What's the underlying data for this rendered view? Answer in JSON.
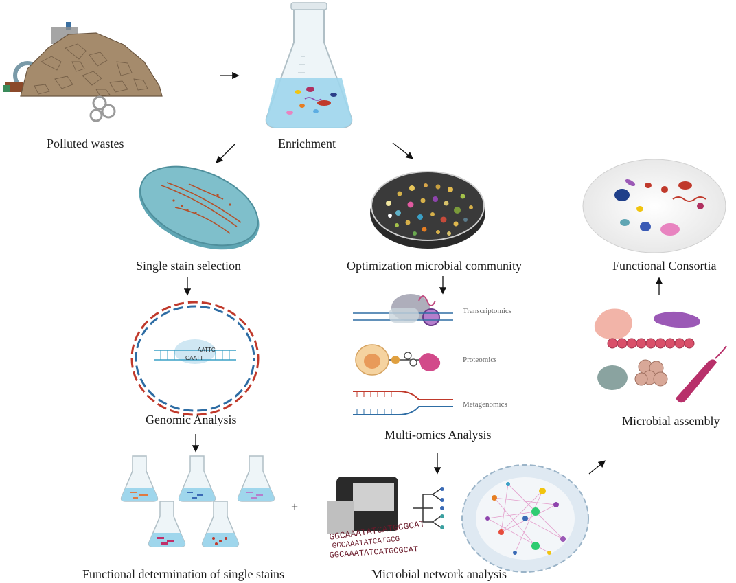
{
  "labels": {
    "polluted": "Polluted wastes",
    "enrichment": "Enrichment",
    "single_selection": "Single stain selection",
    "optimization": "Optimization microbial community",
    "functional_consortia": "Functional Consortia",
    "genomic": "Genomic Analysis",
    "multiomics": "Multi-omics Analysis",
    "microbial_assembly": "Microbial assembly",
    "functional_determination": "Functional determination of single stains",
    "network": "Microbial network analysis",
    "plus": "+"
  },
  "omics": {
    "transcriptomics": "Transcriptomics",
    "proteomics": "Proteomics",
    "metagenomics": "Metagenomics"
  },
  "dna_text": {
    "line1": "GGCAAATATCATGCGCAT",
    "line2": "GGCAAATATCATGCG",
    "line3": "GGCAAATATCATGCGCAT"
  },
  "dna_helix_text": {
    "top": "AATTC",
    "bottom": "GAATT"
  },
  "colors": {
    "flask_liquid": "#9fd6ec",
    "petri_teal": "#7fbfcb",
    "dark_plate": "#3a3a3a",
    "dna_red": "#c0392b",
    "dna_blue": "#2e6da4"
  }
}
